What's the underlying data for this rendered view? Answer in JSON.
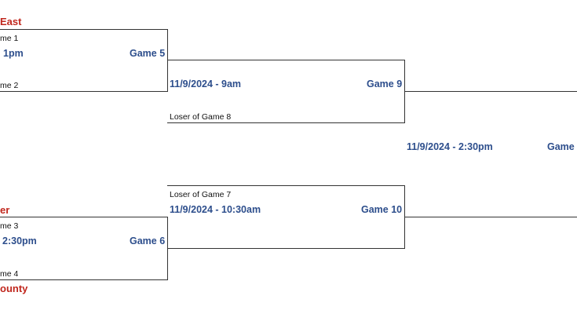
{
  "colors": {
    "team_red": "#c0271d",
    "game_blue": "#2d4e8c",
    "line": "#333333"
  },
  "bracket": {
    "team_top_1": "East",
    "top_r1": {
      "small_top": "me 1",
      "time": "1pm",
      "game": "Game 5",
      "small_bottom": "me 2"
    },
    "team_top_2": "",
    "game9": {
      "time": "11/9/2024 - 9am",
      "game": "Game 9",
      "bottom_label": "Loser of Game 8"
    },
    "final": {
      "time": "11/9/2024 - 2:30pm",
      "game": "Game"
    },
    "game10": {
      "top_label": "Loser of Game 7",
      "time": "11/9/2024 - 10:30am",
      "game": "Game 10"
    },
    "team_bottom_1": "er",
    "bottom_r1": {
      "small_top": "me 3",
      "time": "2:30pm",
      "game": "Game 6",
      "small_bottom": "me 4"
    },
    "team_bottom_2": "ounty"
  }
}
